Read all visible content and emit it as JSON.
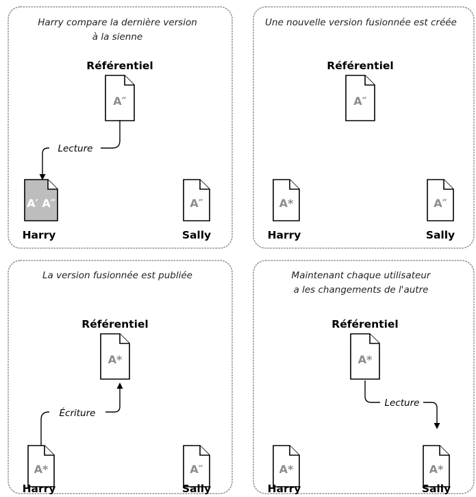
{
  "panels": [
    {
      "caption": [
        "Harry compare la dernière version",
        "à la sienne"
      ],
      "repository": {
        "label": "Référentiel",
        "doc": "A″"
      },
      "harry": {
        "label": "Harry",
        "doc": "A′ A″",
        "shaded": true
      },
      "sally": {
        "label": "Sally",
        "doc": "A″"
      },
      "arrow": {
        "label": "Lecture",
        "direction": "repository-to-harry"
      }
    },
    {
      "caption": [
        "Une nouvelle version fusionnée est créée"
      ],
      "repository": {
        "label": "Référentiel",
        "doc": "A″"
      },
      "harry": {
        "label": "Harry",
        "doc": "A*"
      },
      "sally": {
        "label": "Sally",
        "doc": "A″"
      }
    },
    {
      "caption": [
        "La version fusionnée est publiée"
      ],
      "repository": {
        "label": "Référentiel",
        "doc": "A*"
      },
      "harry": {
        "label": "Harry",
        "doc": "A*"
      },
      "sally": {
        "label": "Sally",
        "doc": "A″"
      },
      "arrow": {
        "label": "Écriture",
        "direction": "harry-to-repository"
      }
    },
    {
      "caption": [
        "Maintenant chaque utilisateur",
        "a les changements de l'autre"
      ],
      "repository": {
        "label": "Référentiel",
        "doc": "A*"
      },
      "harry": {
        "label": "Harry",
        "doc": "A*"
      },
      "sally": {
        "label": "Sally",
        "doc": "A*"
      },
      "arrow": {
        "label": "Lecture",
        "direction": "repository-to-sally"
      }
    }
  ]
}
